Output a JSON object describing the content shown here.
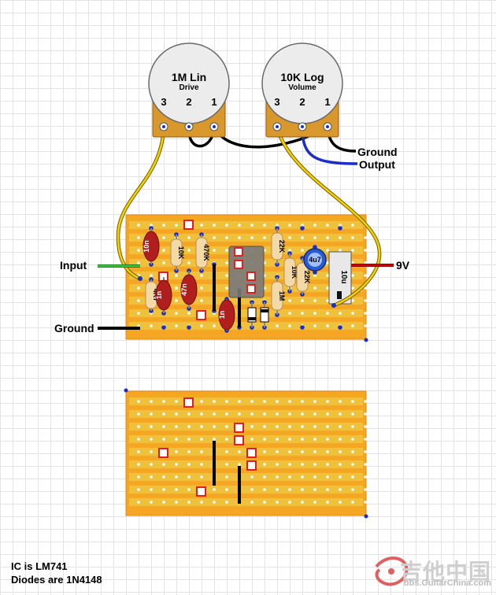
{
  "pots": [
    {
      "value": "1M Lin",
      "name": "Drive",
      "pins": [
        "3",
        "2",
        "1"
      ]
    },
    {
      "value": "10K Log",
      "name": "Volume",
      "pins": [
        "3",
        "2",
        "1"
      ]
    }
  ],
  "wire_labels": {
    "ground_top": "Ground",
    "output": "Output",
    "input": "Input",
    "ground_left": "Ground",
    "power": "9V"
  },
  "components": {
    "cap_10n": "10n",
    "res_10k_a": "10K",
    "res_470k": "470K",
    "res_4k7": "4K7",
    "cap_1n_a": "1n",
    "cap_47n": "47n",
    "cap_1n_b": "1n",
    "res_22k_a": "22K",
    "res_10k_b": "10K",
    "res_22k_b": "22K",
    "res_1m": "1M",
    "elec_4u7": "4u7",
    "elec_10u": "10u"
  },
  "notes": {
    "ic": "IC is LM741",
    "diodes": "Diodes are 1N4148"
  },
  "watermark": {
    "text": "吉他中国",
    "url": "bbs.GuitarChina.com"
  },
  "colors": {
    "board": "#f5a623",
    "strip": "#f0c13d",
    "pot_body": "#d9982b",
    "cap_red": "#b01e1e",
    "resistor": "#f3d9a8",
    "wire_yellow": "#f5d000",
    "wire_blue": "#1c2fc4",
    "wire_black": "#000000",
    "wire_green": "#3cc43c",
    "wire_red": "#d40000",
    "cut_mark": "#e02020",
    "electrolytic": "#2a5bd0"
  }
}
